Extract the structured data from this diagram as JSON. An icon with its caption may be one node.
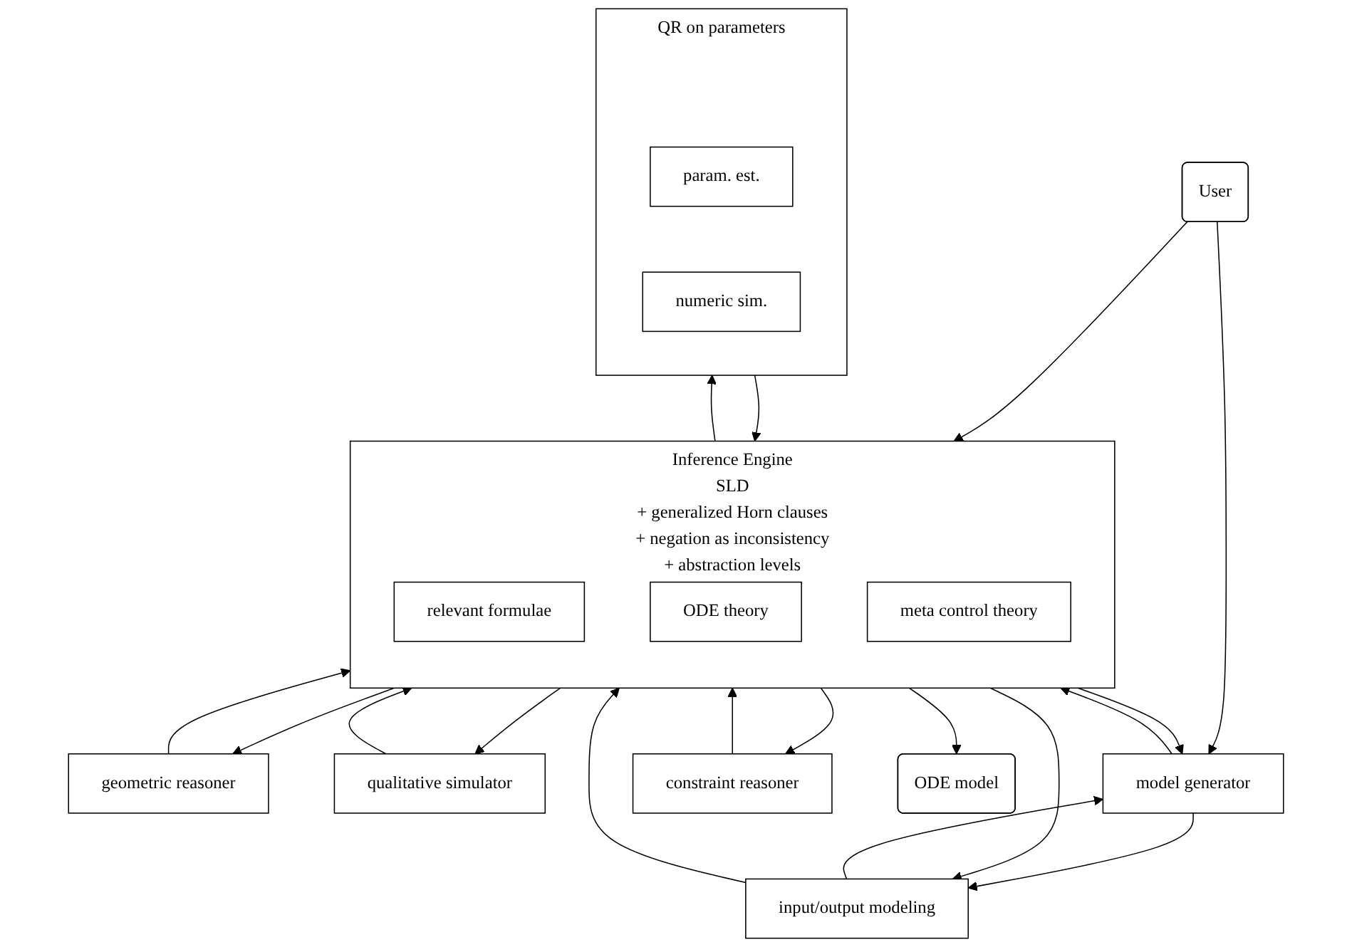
{
  "diagram": {
    "nodes": [
      {
        "text": [
          "User"
        ]
      },
      {
        "text": [
          "model generator"
        ]
      },
      {
        "text": [
          "input/output modeling"
        ]
      },
      {
        "text": [
          "Inference Engine",
          "SLD",
          "+ generalized Horn clauses",
          "+ negation as inconsistency",
          "+ abstraction levels"
        ]
      },
      {
        "text": [
          "relevant formulae"
        ],
        "in": 3
      },
      {
        "text": [
          "ODE theory"
        ],
        "in": 3
      },
      {
        "text": [
          "meta control theory"
        ],
        "in": 3
      },
      {
        "text": [
          "geometric reasoner"
        ]
      },
      {
        "text": [
          "qualitative simulator"
        ]
      },
      {
        "text": [
          "constraint reasoner"
        ]
      },
      {
        "text": [
          "QR on parameters"
        ]
      },
      {
        "text": [
          "param. est."
        ],
        "in": 10
      },
      {
        "text": [
          "numeric sim."
        ],
        "in": 10
      },
      {
        "text": [
          "ODE model"
        ]
      }
    ],
    "edges": [
      {
        "from": 0,
        "to": 1,
        "arrow": "to"
      },
      {
        "from": 0,
        "to": 3,
        "arrow": "to"
      },
      {
        "from": 1,
        "to": 3,
        "arrow": "to"
      },
      {
        "from": 3,
        "to": 1,
        "arrow": "to"
      },
      {
        "from": 1,
        "to": 2,
        "arrow": "to"
      },
      {
        "from": 2,
        "to": 1,
        "arrow": "to"
      },
      {
        "from": 2,
        "to": 3,
        "arrow": "to"
      },
      {
        "from": 3,
        "to": 2,
        "arrow": "to"
      },
      {
        "from": 3,
        "to": 7,
        "arrow": "to"
      },
      {
        "from": 7,
        "to": 3,
        "arrow": "to"
      },
      {
        "from": 3,
        "to": 8,
        "arrow": "to"
      },
      {
        "from": 8,
        "to": 3,
        "arrow": "to"
      },
      {
        "from": 3,
        "to": 9,
        "arrow": "to"
      },
      {
        "from": 9,
        "to": 3,
        "arrow": "to"
      },
      {
        "from": 3,
        "to": 10,
        "arrow": "to"
      },
      {
        "from": 10,
        "to": 3,
        "arrow": "to"
      },
      {
        "from": 3,
        "to": 13,
        "arrow": "to"
      }
    ]
  }
}
